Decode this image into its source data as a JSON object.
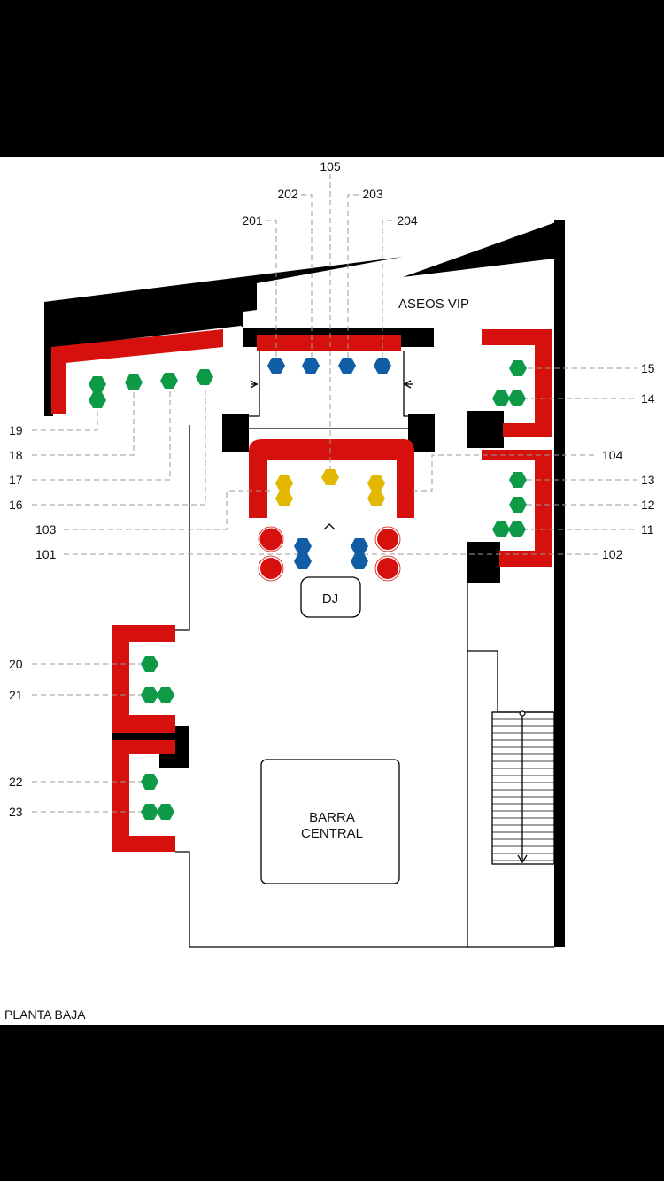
{
  "floor_label": "PLANTA BAJA",
  "rooms": {
    "aseos_vip": "ASEOS VIP",
    "dj": "DJ",
    "bar_line1": "BARRA",
    "bar_line2": "CENTRAL"
  },
  "colors": {
    "wall": "#000000",
    "sofa": "#d6100c",
    "green_table": "#0e9a47",
    "blue_table": "#115da5",
    "yellow_table": "#e2b700",
    "red_stool": "#d6100c"
  },
  "table_labels": {
    "t201": "201",
    "t202": "202",
    "t203": "203",
    "t204": "204",
    "t105": "105",
    "t104": "104",
    "t103": "103",
    "t102": "102",
    "t101": "101",
    "t11": "11",
    "t12": "12",
    "t13": "13",
    "t14": "14",
    "t15": "15",
    "t16": "16",
    "t17": "17",
    "t18": "18",
    "t19": "19",
    "t20": "20",
    "t21": "21",
    "t22": "22",
    "t23": "23"
  }
}
